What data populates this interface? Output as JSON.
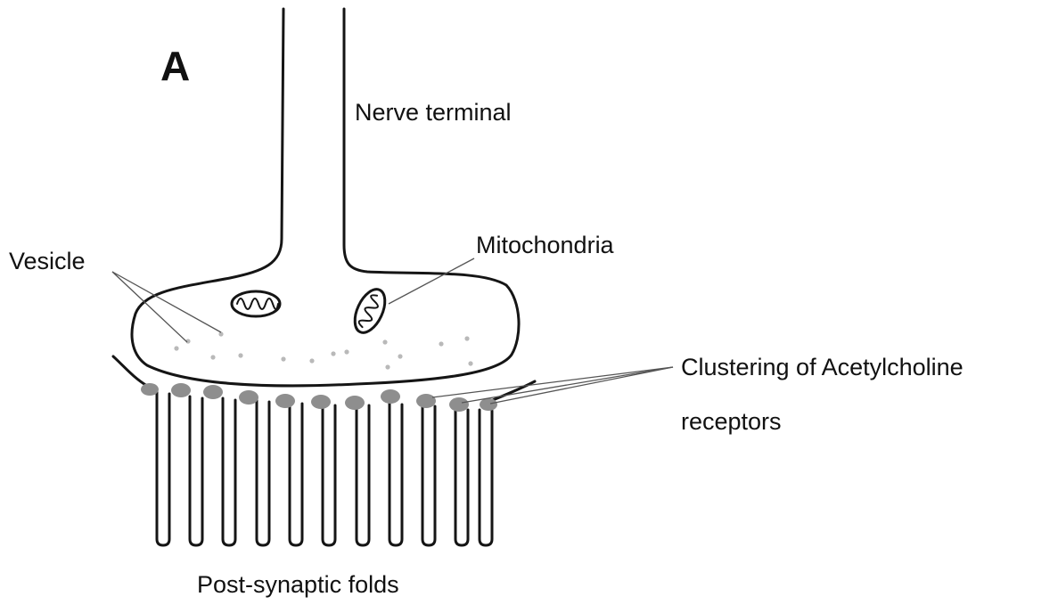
{
  "panel_label": "A",
  "labels": {
    "nerve_terminal": "Nerve terminal",
    "mitochondria": "Mitochondria",
    "vesicle": "Vesicle",
    "clustering_line1": "Clustering of Acetylcholine",
    "clustering_line2": "receptors",
    "post_synaptic_folds": "Post-synaptic folds"
  },
  "colors": {
    "line": "#151515",
    "vesicle": "#b9b9b9",
    "receptor": "#8e8e8e",
    "background": "#ffffff"
  }
}
